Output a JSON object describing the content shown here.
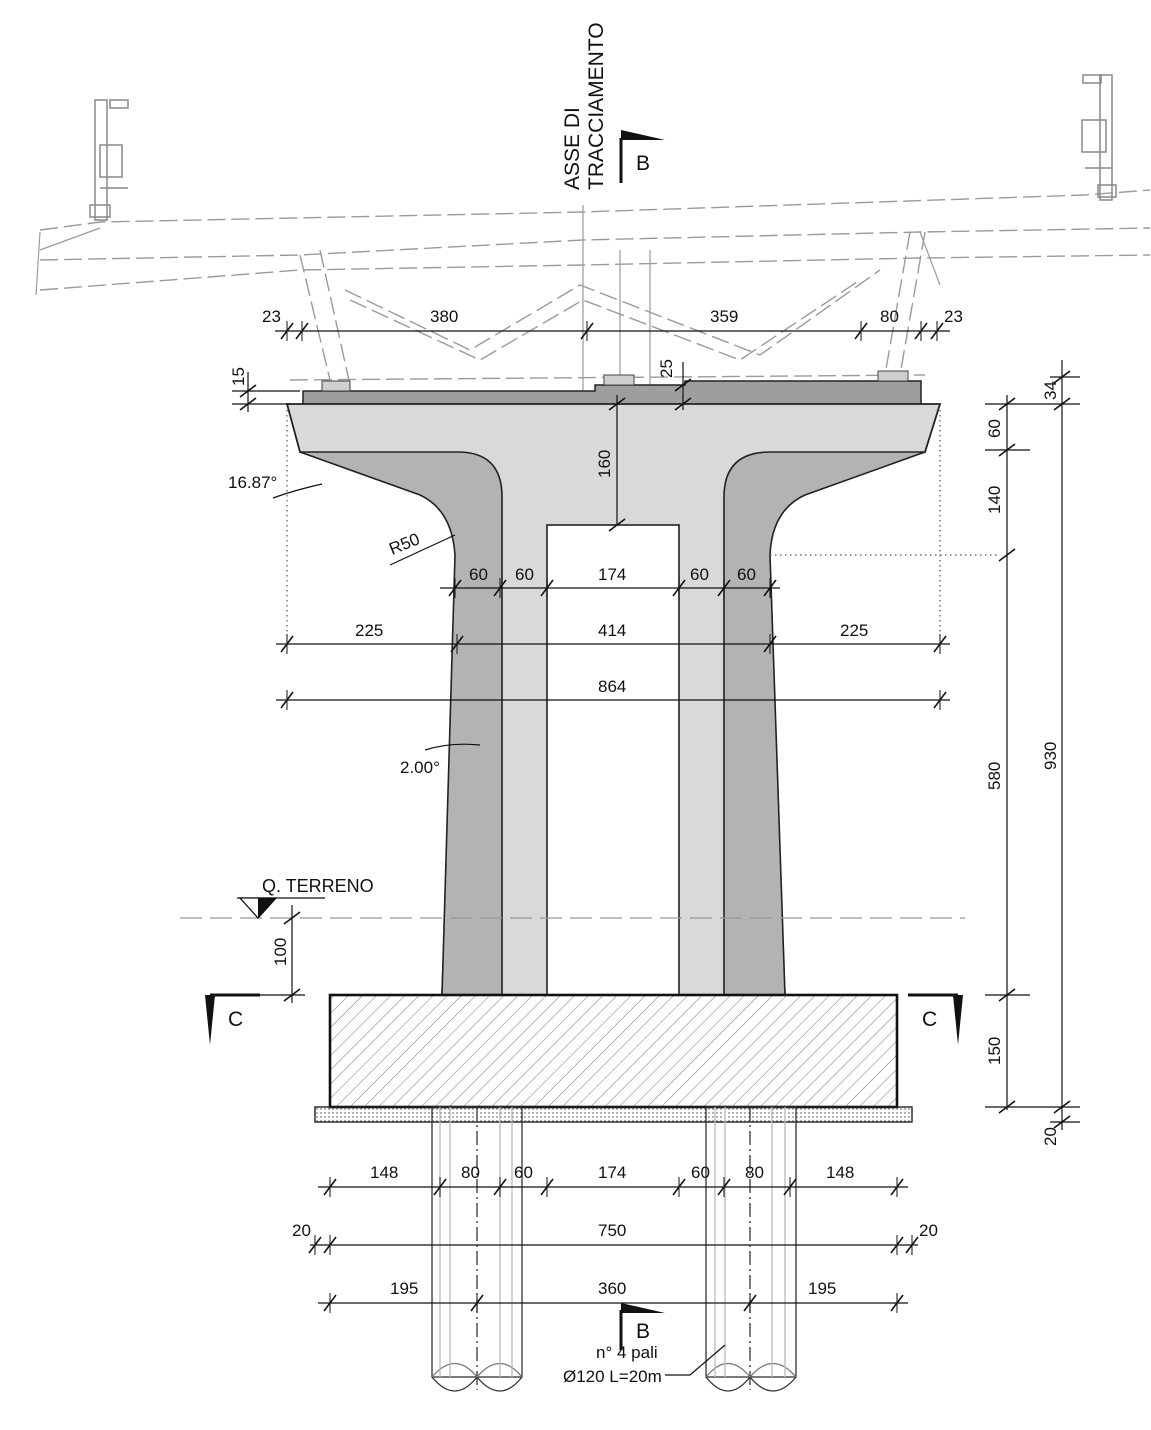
{
  "labels": {
    "axis_line1": "ASSE DI",
    "axis_line2": "TRACCIAMENTO",
    "section_b": "B",
    "section_c": "C",
    "ground": "Q. TERRENO",
    "radius": "R50",
    "angle_cap": "16.87°",
    "angle_shaft": "2.00°",
    "piles_line1": "n° 4 pali",
    "piles_line2": "Ø120 L=20m"
  },
  "dims": {
    "deck_left_edge": "23",
    "deck_left_span": "380",
    "deck_right_span": "359",
    "deck_right_80": "80",
    "deck_right_edge": "23",
    "bearing_15": "15",
    "bearing_25": "25",
    "cap_160": "160",
    "wall_60_a": "60",
    "wall_60_b": "60",
    "void_174": "174",
    "wall_60_c": "60",
    "wall_60_d": "60",
    "over_225_left": "225",
    "shaft_414": "414",
    "over_225_right": "225",
    "cap_864": "864",
    "v_34": "34",
    "v_60": "60",
    "v_140": "140",
    "v_580": "580",
    "v_930": "930",
    "v_150": "150",
    "v_20": "20",
    "ground_100": "100",
    "f_148_left": "148",
    "f_80_left": "80",
    "f_60_left": "60",
    "f_174": "174",
    "f_60_right": "60",
    "f_80_right": "80",
    "f_148_right": "148",
    "f_20_left": "20",
    "f_750": "750",
    "f_20_right": "20",
    "f_195_left": "195",
    "f_360": "360",
    "f_195_right": "195"
  },
  "colors": {
    "cap_light": "#d9d9d9",
    "shaft_dark": "#b3b3b3",
    "bearing": "#9e9e9e",
    "ghost": "#9a9a9a"
  }
}
